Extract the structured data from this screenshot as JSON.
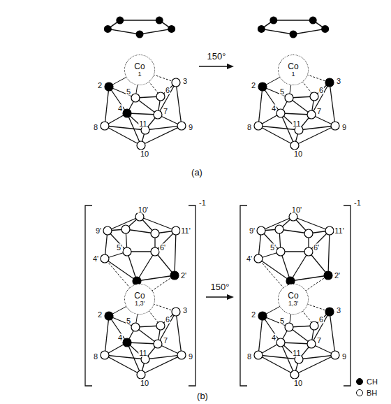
{
  "diagram": {
    "nodes": [
      {
        "text": [
          "Co",
          "1"
        ]
      },
      {
        "text": [
          "Co",
          "1"
        ]
      },
      {
        "text": [
          "Co",
          "1,3'"
        ]
      },
      {
        "text": [
          "Co",
          "1,3'"
        ]
      }
    ],
    "labels": [
      "150°",
      "(a)",
      "2",
      "3",
      "4",
      "5",
      "6",
      "7",
      "8",
      "9",
      "10",
      "11",
      "2",
      "3",
      "4",
      "5",
      "6",
      "7",
      "8",
      "9",
      "10",
      "11",
      "150°",
      "(b)",
      "-1",
      "-1",
      "10'",
      "9'",
      "11'",
      "4'",
      "5'",
      "6'",
      "2'",
      "2",
      "3",
      "4",
      "5",
      "6",
      "7",
      "8",
      "9",
      "10",
      "11",
      "10'",
      "9'",
      "11'",
      "4'",
      "5'",
      "6'",
      "2'",
      "2",
      "3",
      "4",
      "5",
      "6",
      "7",
      "8",
      "9",
      "10",
      "11"
    ],
    "legend": [
      {
        "text": "CH",
        "color": "#000000"
      },
      {
        "text": "BH",
        "color": "#ffffff"
      }
    ]
  }
}
